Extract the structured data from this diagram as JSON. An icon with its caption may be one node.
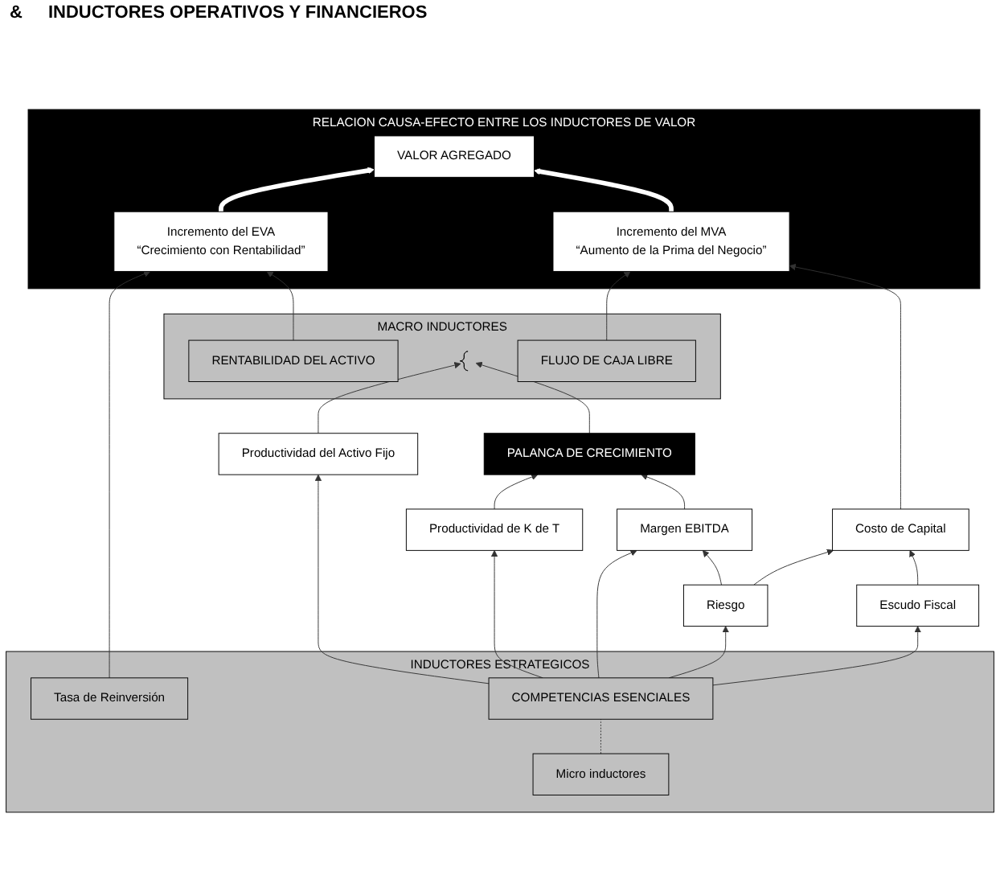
{
  "diagram": {
    "nodes": [
      {
        "text": [
          "RELACION CAUSA-EFECTO ENTRE LOS INDUCTORES DE VALOR"
        ]
      },
      {
        "text": [
          "Incremento del EVA",
          "“Crecimiento con Rentabilidad”"
        ],
        "in": 0
      },
      {
        "text": [
          "VALOR AGREGADO"
        ],
        "in": 0
      },
      {
        "text": [
          "Incremento del MVA",
          "“Aumento de la Prima del Negocio”"
        ],
        "in": 0
      },
      {
        "text": [
          "MACRO INDUCTORES"
        ]
      },
      {
        "text": [
          "RENTABILIDAD DEL ACTIVO"
        ],
        "in": 4
      },
      {
        "text": [
          "FLUJO DE CAJA LIBRE"
        ],
        "in": 4
      },
      {
        "text": [],
        "shape": "brace",
        "in": 4
      },
      {
        "text": [
          "PALANCA DE CRECIMIENTO"
        ]
      },
      {
        "text": [
          "Productividad del Activo Fijo"
        ]
      },
      {
        "text": [
          "Productividad de K de T"
        ]
      },
      {
        "text": [
          "Margen EBITDA"
        ]
      },
      {
        "text": [
          "Costo de Capital"
        ]
      },
      {
        "text": [
          "Riesgo"
        ]
      },
      {
        "text": [
          "Escudo Fiscal"
        ]
      },
      {
        "text": [
          "INDUCTORES ESTRATEGICOS"
        ]
      },
      {
        "text": [
          "Tasa de Reinversión"
        ],
        "in": 15
      },
      {
        "text": [
          "COMPETENCIAS ESENCIALES"
        ],
        "in": 15
      },
      {
        "text": [
          "Micro inductores"
        ],
        "in": 15
      }
    ],
    "edges": [
      {
        "from": 1,
        "to": 2,
        "arrow": "to",
        "style": "thick",
        "color": "#ffffff"
      },
      {
        "from": 3,
        "to": 2,
        "arrow": "to",
        "style": "thick",
        "color": "#ffffff"
      },
      {
        "from": 5,
        "to": 1,
        "arrow": "to"
      },
      {
        "from": 6,
        "to": 3,
        "arrow": "to"
      },
      {
        "from": 16,
        "to": 1,
        "arrow": "to"
      },
      {
        "from": 12,
        "to": 3,
        "arrow": "to"
      },
      {
        "from": 9,
        "to": 7,
        "arrow": "to"
      },
      {
        "from": 8,
        "to": 7,
        "arrow": "to"
      },
      {
        "from": 10,
        "to": 8,
        "arrow": "to"
      },
      {
        "from": 11,
        "to": 8,
        "arrow": "to"
      },
      {
        "from": 13,
        "to": 11,
        "arrow": "to"
      },
      {
        "from": 13,
        "to": 12,
        "arrow": "to"
      },
      {
        "from": 14,
        "to": 12,
        "arrow": "to"
      },
      {
        "from": 17,
        "to": 9,
        "arrow": "to"
      },
      {
        "from": 17,
        "to": 10,
        "arrow": "to"
      },
      {
        "from": 17,
        "to": 11,
        "arrow": "to"
      },
      {
        "from": 17,
        "to": 13,
        "arrow": "to"
      },
      {
        "from": 17,
        "to": 14,
        "arrow": "to"
      },
      {
        "from": 18,
        "to": 17,
        "arrow": "none",
        "style": "dashed"
      }
    ],
    "labels": [
      "&",
      "INDUCTORES OPERATIVOS Y FINANCIEROS"
    ]
  }
}
